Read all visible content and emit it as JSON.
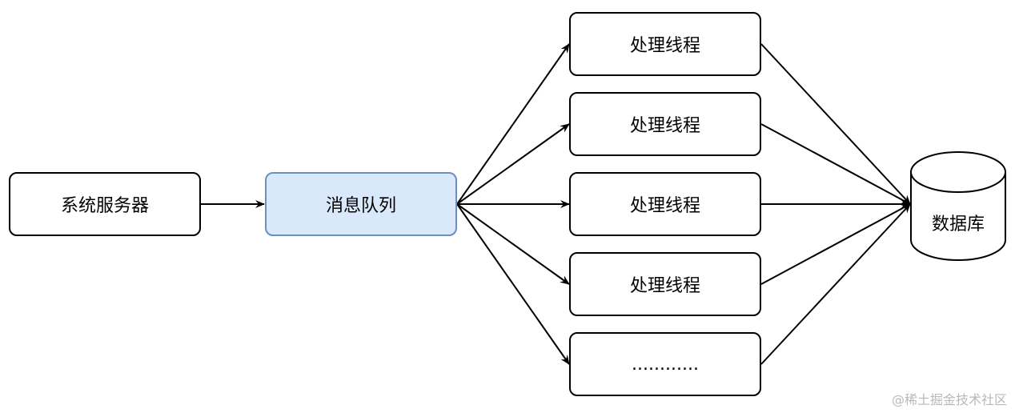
{
  "nodes": {
    "system_server": "系统服务器",
    "message_queue": "消息队列",
    "workers": [
      "处理线程",
      "处理线程",
      "处理线程",
      "处理线程",
      "............"
    ],
    "database": "数据库"
  },
  "watermark": "@稀土掘金技术社区",
  "colors": {
    "queue_fill": "#dae8fc",
    "queue_border": "#6c8ebf",
    "stroke": "#000000"
  }
}
